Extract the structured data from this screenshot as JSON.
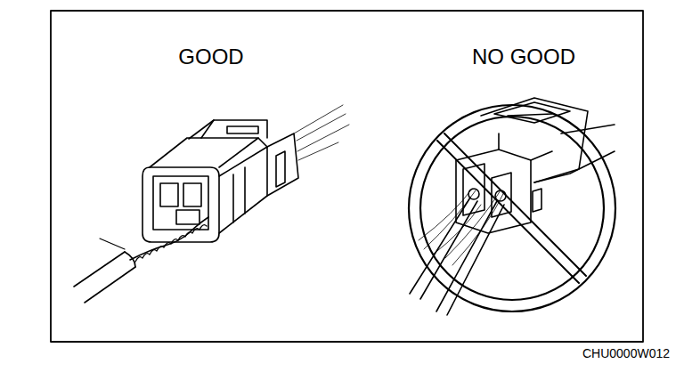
{
  "diagram": {
    "labels": [
      "GOOD",
      "NO GOOD",
      "CHU0000W012"
    ]
  }
}
